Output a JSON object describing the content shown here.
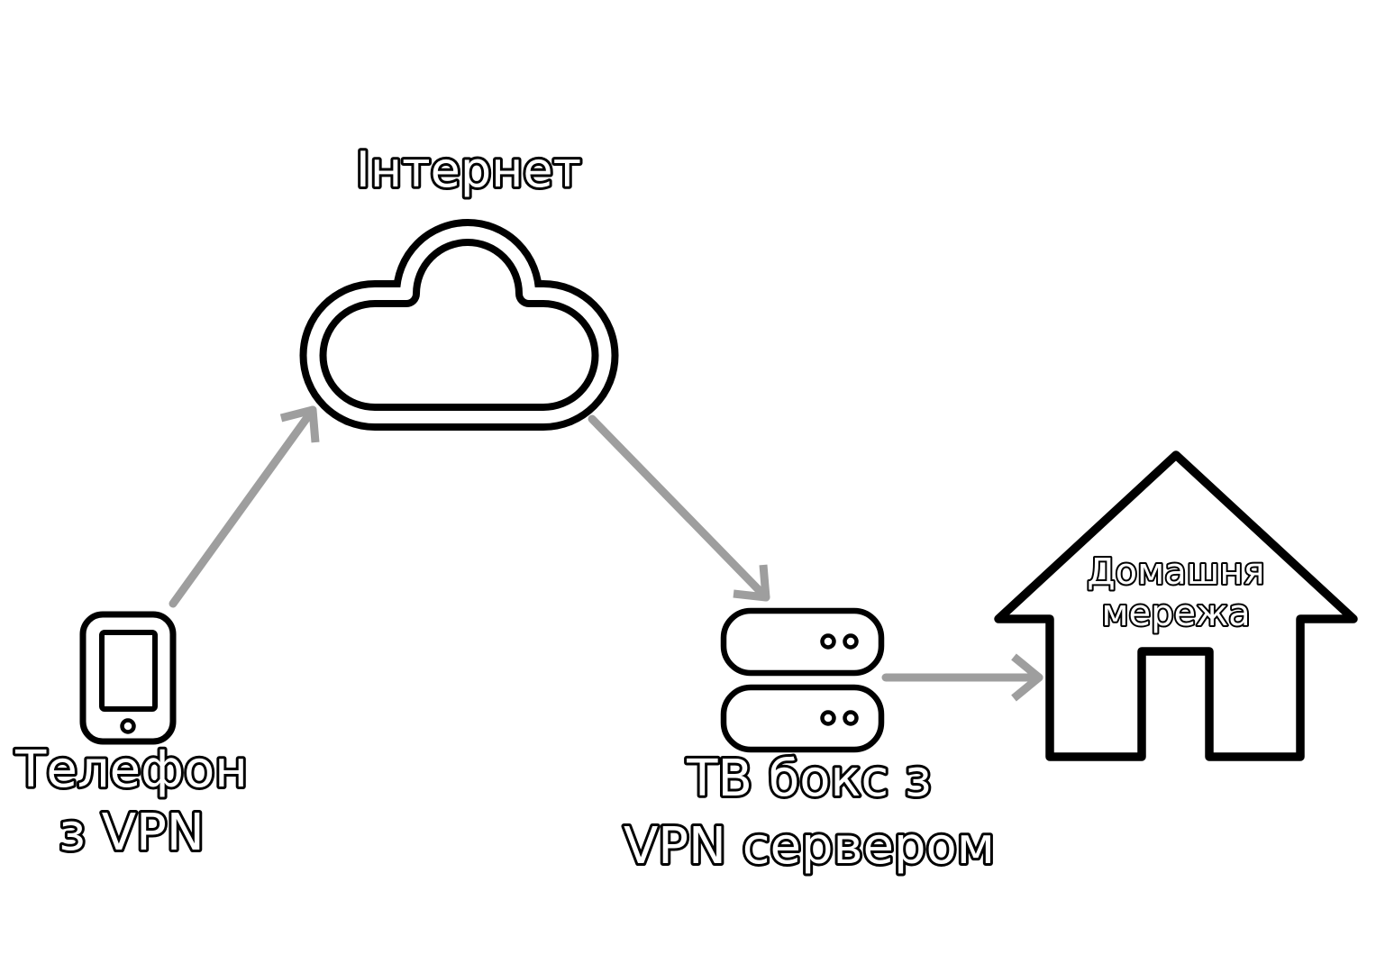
{
  "diagram": {
    "background": "#ffffff",
    "colors": {
      "shape_outline": "#000000",
      "arrow": "#9e9e9e",
      "label_fill": "#ffffff"
    },
    "nodes": {
      "internet": {
        "label": "Інтернет",
        "icon": "cloud"
      },
      "phone": {
        "lines": [
          "Телефон",
          "з VPN"
        ],
        "icon": "smartphone"
      },
      "tvbox": {
        "lines": [
          "ТВ бокс з",
          "VPN сервером"
        ],
        "icon": "server-stack"
      },
      "home": {
        "lines": [
          "Домашня",
          "мережа"
        ],
        "icon": "house"
      }
    },
    "connections": [
      {
        "from": "phone",
        "to": "internet"
      },
      {
        "from": "internet",
        "to": "tvbox"
      },
      {
        "from": "tvbox",
        "to": "home"
      }
    ]
  }
}
